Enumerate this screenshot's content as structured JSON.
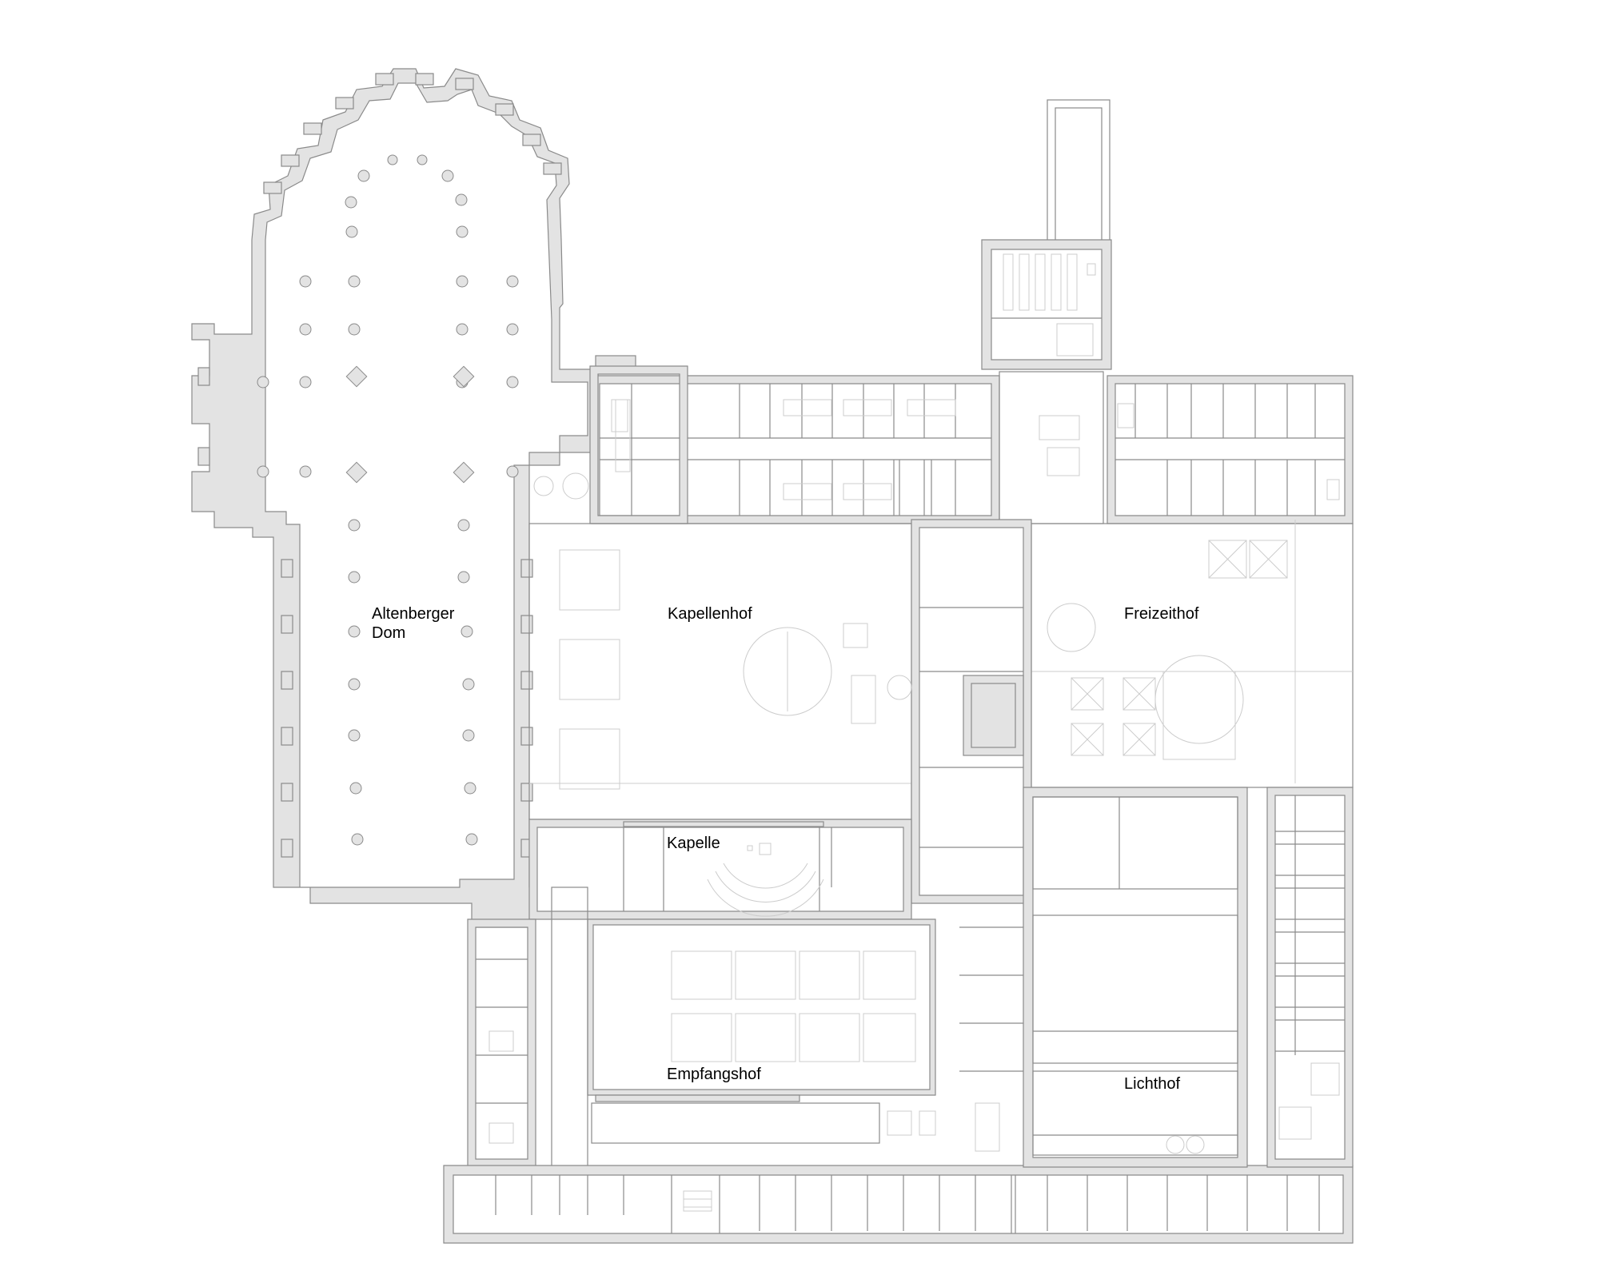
{
  "plan": {
    "type": "architectural-floor-plan",
    "colors": {
      "background": "#ffffff",
      "wall_fill": "#e3e3e3",
      "wall_stroke": "#8a8a8a",
      "furniture_stroke": "#c8c8c8",
      "label_text": "#000000"
    },
    "rooms": [
      {
        "id": "dom",
        "label": "Altenberger\nDom"
      },
      {
        "id": "kapellenhof",
        "label": "Kapellenhof"
      },
      {
        "id": "freizeithof",
        "label": "Freizeithof"
      },
      {
        "id": "kapelle",
        "label": "Kapelle"
      },
      {
        "id": "empfangshof",
        "label": "Empfangshof"
      },
      {
        "id": "lichthof",
        "label": "Lichthof"
      }
    ]
  }
}
